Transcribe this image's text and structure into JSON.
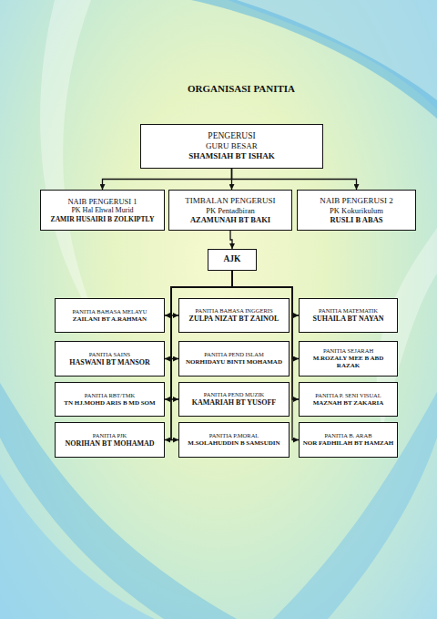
{
  "diagram": {
    "title": "ORGANISASI PANITIA",
    "nodes": [
      {
        "text": [
          "PENGERUSI",
          "GURU BESAR",
          "SHAMSIAH BT ISHAK"
        ]
      },
      {
        "text": [
          "NAIB PENGERUSI 1",
          "PK Hal Ehwal Murid",
          "ZAMIR HUSAIRI B ZOLKIPTLY"
        ]
      },
      {
        "text": [
          "TIMBALAN PENGERUSI",
          "PK Pentadbiran",
          "AZAMUNAH BT BAKI"
        ]
      },
      {
        "text": [
          "NAIB PENGERUSI 2",
          "PK Kokurikulum",
          "RUSLI B  ABAS"
        ]
      },
      {
        "text": [
          "AJK"
        ]
      },
      {
        "text": [
          "PANITIA BAHASA MELAYU",
          "ZAILANI BT A.RAHMAN"
        ]
      },
      {
        "text": [
          "PANITIA BAHASA INGGERIS",
          "ZULPA NIZAT BT ZAINOL"
        ]
      },
      {
        "text": [
          "PANITIA MATEMATIK",
          "SUHAILA BT NAYAN"
        ]
      },
      {
        "text": [
          "PANITIA SAINS",
          "HASWANI BT MANSOR"
        ]
      },
      {
        "text": [
          "PANITIA PEND ISLAM",
          "NORHIDAYU BINTI MOHAMAD"
        ]
      },
      {
        "text": [
          "PANITIA SEJARAH",
          "M.ROZALY MEE B ABD RAZAK"
        ]
      },
      {
        "text": [
          "PANITIA RBT/TMK",
          "TN HJ.MOHD ARIS B MD SOM"
        ]
      },
      {
        "text": [
          "PANITIA PEND MUZIK",
          "KAMARIAH BT YUSOFF"
        ]
      },
      {
        "text": [
          "PANITIA P. SENI VISUAL",
          "MAZNAH BT ZAKARIA"
        ]
      },
      {
        "text": [
          "PANITIA PJK",
          "NORIHAN BT MOHAMAD"
        ]
      },
      {
        "text": [
          "PANITIA P.MORAL",
          "M.SOLAHUDDIN B SAMSUDIN"
        ]
      },
      {
        "text": [
          "PANITIA B. ARAB",
          "NOR FADHILAH BT HAMZAH"
        ]
      }
    ],
    "edges": [
      {
        "from": 0,
        "to": 1,
        "arrow": "to"
      },
      {
        "from": 0,
        "to": 2,
        "arrow": "to"
      },
      {
        "from": 0,
        "to": 3,
        "arrow": "to"
      },
      {
        "from": 2,
        "to": 4,
        "arrow": "to"
      },
      {
        "from": 4,
        "to": 5,
        "arrow": "to"
      },
      {
        "from": 4,
        "to": 6,
        "arrow": "to"
      },
      {
        "from": 4,
        "to": 7,
        "arrow": "to"
      },
      {
        "from": 4,
        "to": 8,
        "arrow": "to"
      },
      {
        "from": 4,
        "to": 9,
        "arrow": "to"
      },
      {
        "from": 4,
        "to": 10,
        "arrow": "to"
      },
      {
        "from": 4,
        "to": 11,
        "arrow": "to"
      },
      {
        "from": 4,
        "to": 12,
        "arrow": "to"
      },
      {
        "from": 4,
        "to": 13,
        "arrow": "to"
      },
      {
        "from": 4,
        "to": 14,
        "arrow": "to"
      },
      {
        "from": 4,
        "to": 15,
        "arrow": "to"
      },
      {
        "from": 4,
        "to": 16,
        "arrow": "to"
      }
    ]
  }
}
